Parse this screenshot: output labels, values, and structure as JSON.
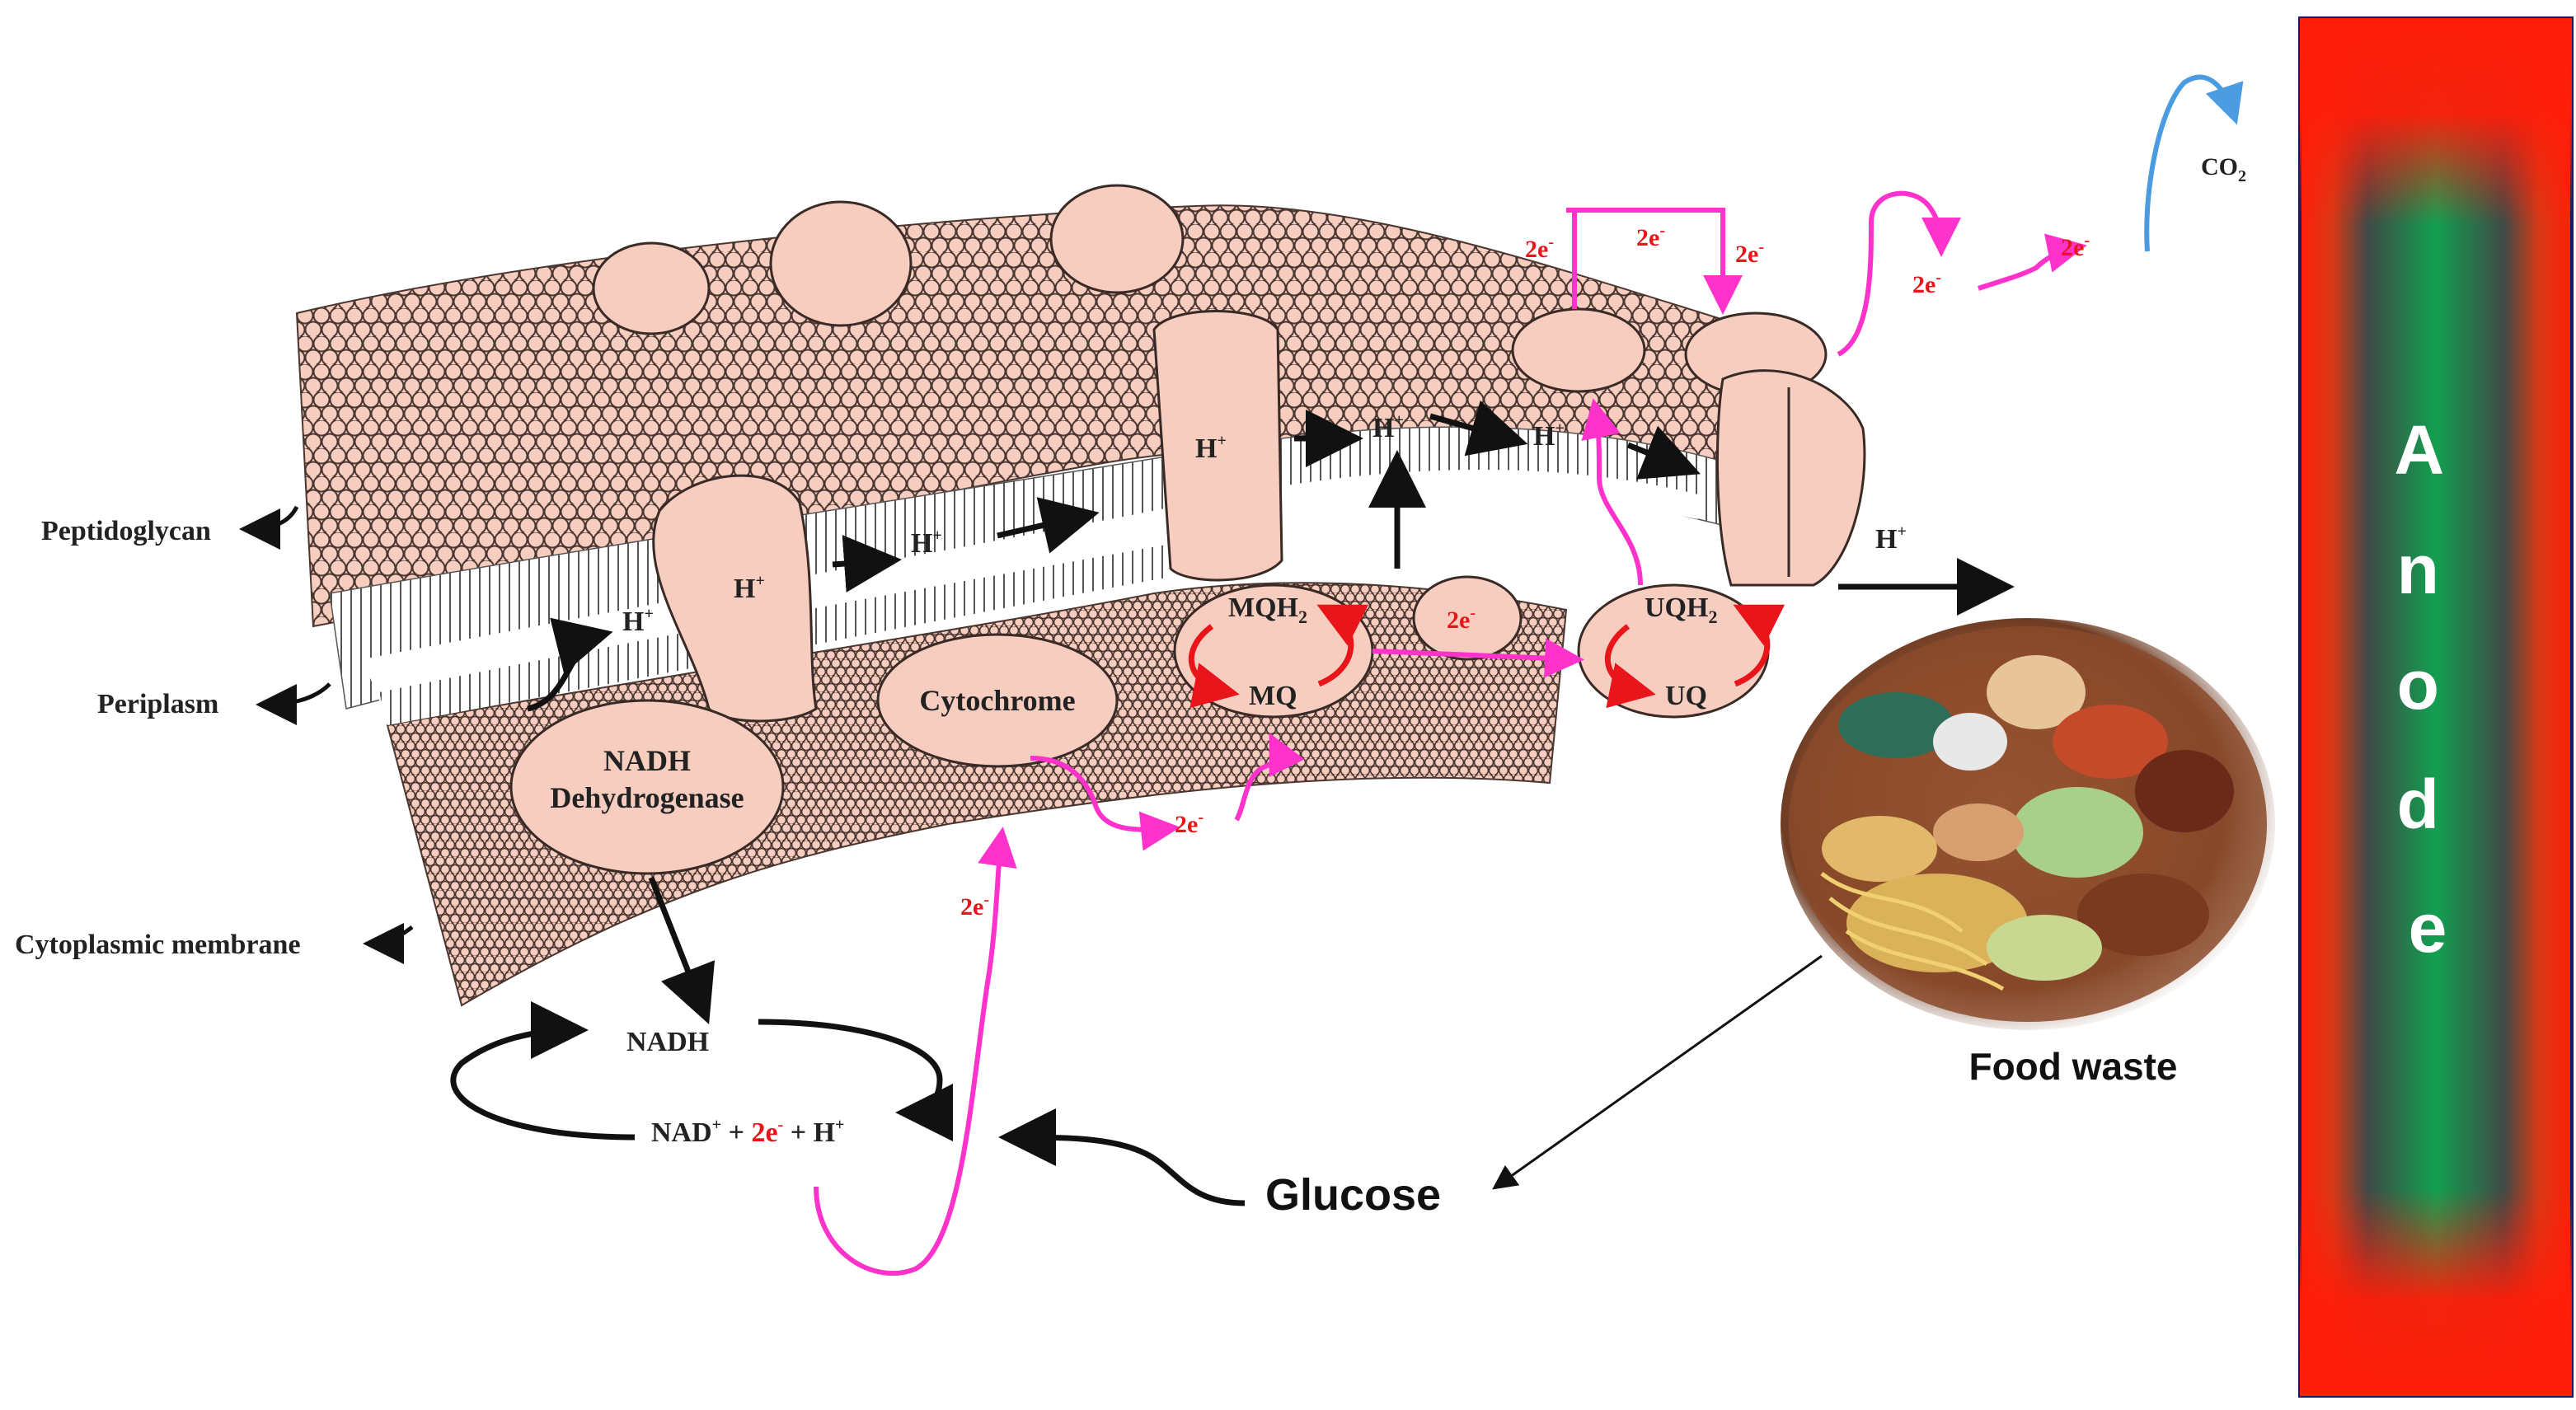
{
  "labels": {
    "peptidoglycan": "Peptidoglycan",
    "periplasm": "Periplasm",
    "cytoplasmic_membrane": "Cytoplasmic membrane",
    "nadh_dehydrogenase_line1": "NADH",
    "nadh_dehydrogenase_line2": "Dehydrogenase",
    "cytochrome": "Cytochrome",
    "mqh2": "MQH",
    "mqh2_sub": "2",
    "mq": "MQ",
    "uqh2": "UQH",
    "uqh2_sub": "2",
    "uq": "UQ",
    "proton": "H",
    "proton_sup": "+",
    "electron_pair": "2e",
    "electron_pair_sup": "-",
    "co2": "CO",
    "co2_sub": "2",
    "nadh": "NADH",
    "nad_plus": "NAD",
    "nad_plus_sup": "+",
    "plus": "+",
    "glucose": "Glucose",
    "food_waste": "Food waste",
    "anode": "Anode"
  },
  "colors": {
    "cell_fill": "#f6cdbf",
    "cell_stroke": "#3a2a26",
    "electron_arrow": "#ff33cc",
    "redox_arrow": "#e8151b",
    "co2_arrow": "#4a9be0",
    "anode_red": "#ff1e0a",
    "anode_green": "#12a050",
    "anode_dark": "#3f4a47"
  },
  "icons": {
    "food_waste_photo": "food-scraps-illustration"
  }
}
